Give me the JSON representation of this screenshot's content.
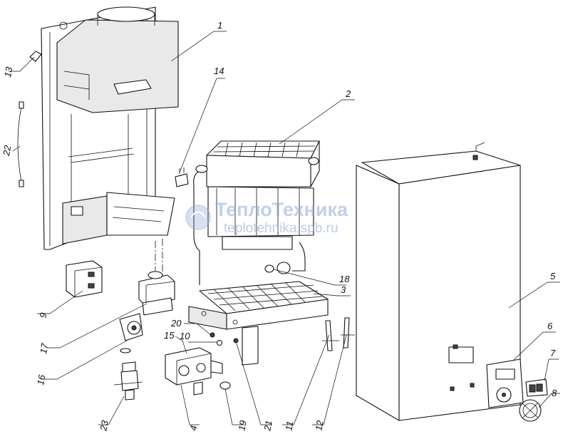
{
  "watermark": {
    "brand": "ТеплоТехника",
    "site": "teplotehnika.spb.ru",
    "color": "#8ea9d6"
  },
  "callouts": [
    "1",
    "2",
    "3",
    "4",
    "5",
    "6",
    "7",
    "8",
    "9",
    "10",
    "11",
    "12",
    "13",
    "14",
    "15",
    "16",
    "17",
    "18",
    "19",
    "20",
    "21",
    "22",
    "23"
  ],
  "colors": {
    "line": "#111111",
    "background": "#ffffff"
  }
}
